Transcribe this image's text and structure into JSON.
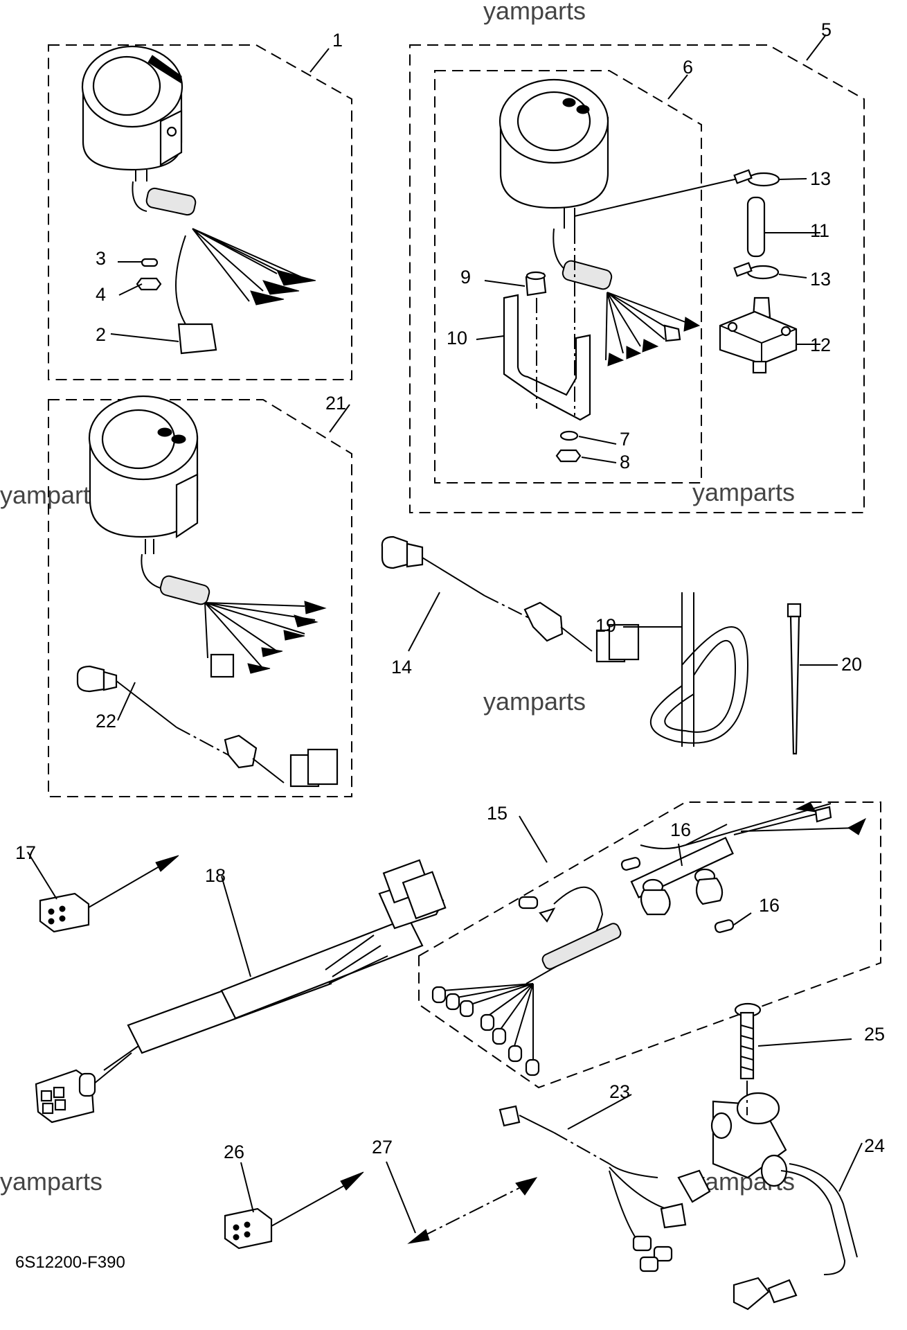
{
  "watermark": "yamparts",
  "diagram_code": "6S12200-F390",
  "callouts": {
    "n1": "1",
    "n2": "2",
    "n3": "3",
    "n4": "4",
    "n5": "5",
    "n6": "6",
    "n7": "7",
    "n8": "8",
    "n9": "9",
    "n10": "10",
    "n11": "11",
    "n12": "12",
    "n13a": "13",
    "n13b": "13",
    "n14": "14",
    "n15": "15",
    "n16a": "16",
    "n16b": "16",
    "n17": "17",
    "n18": "18",
    "n19": "19",
    "n20": "20",
    "n21": "21",
    "n22": "22",
    "n23": "23",
    "n24": "24",
    "n25": "25",
    "n26": "26",
    "n27": "27"
  }
}
